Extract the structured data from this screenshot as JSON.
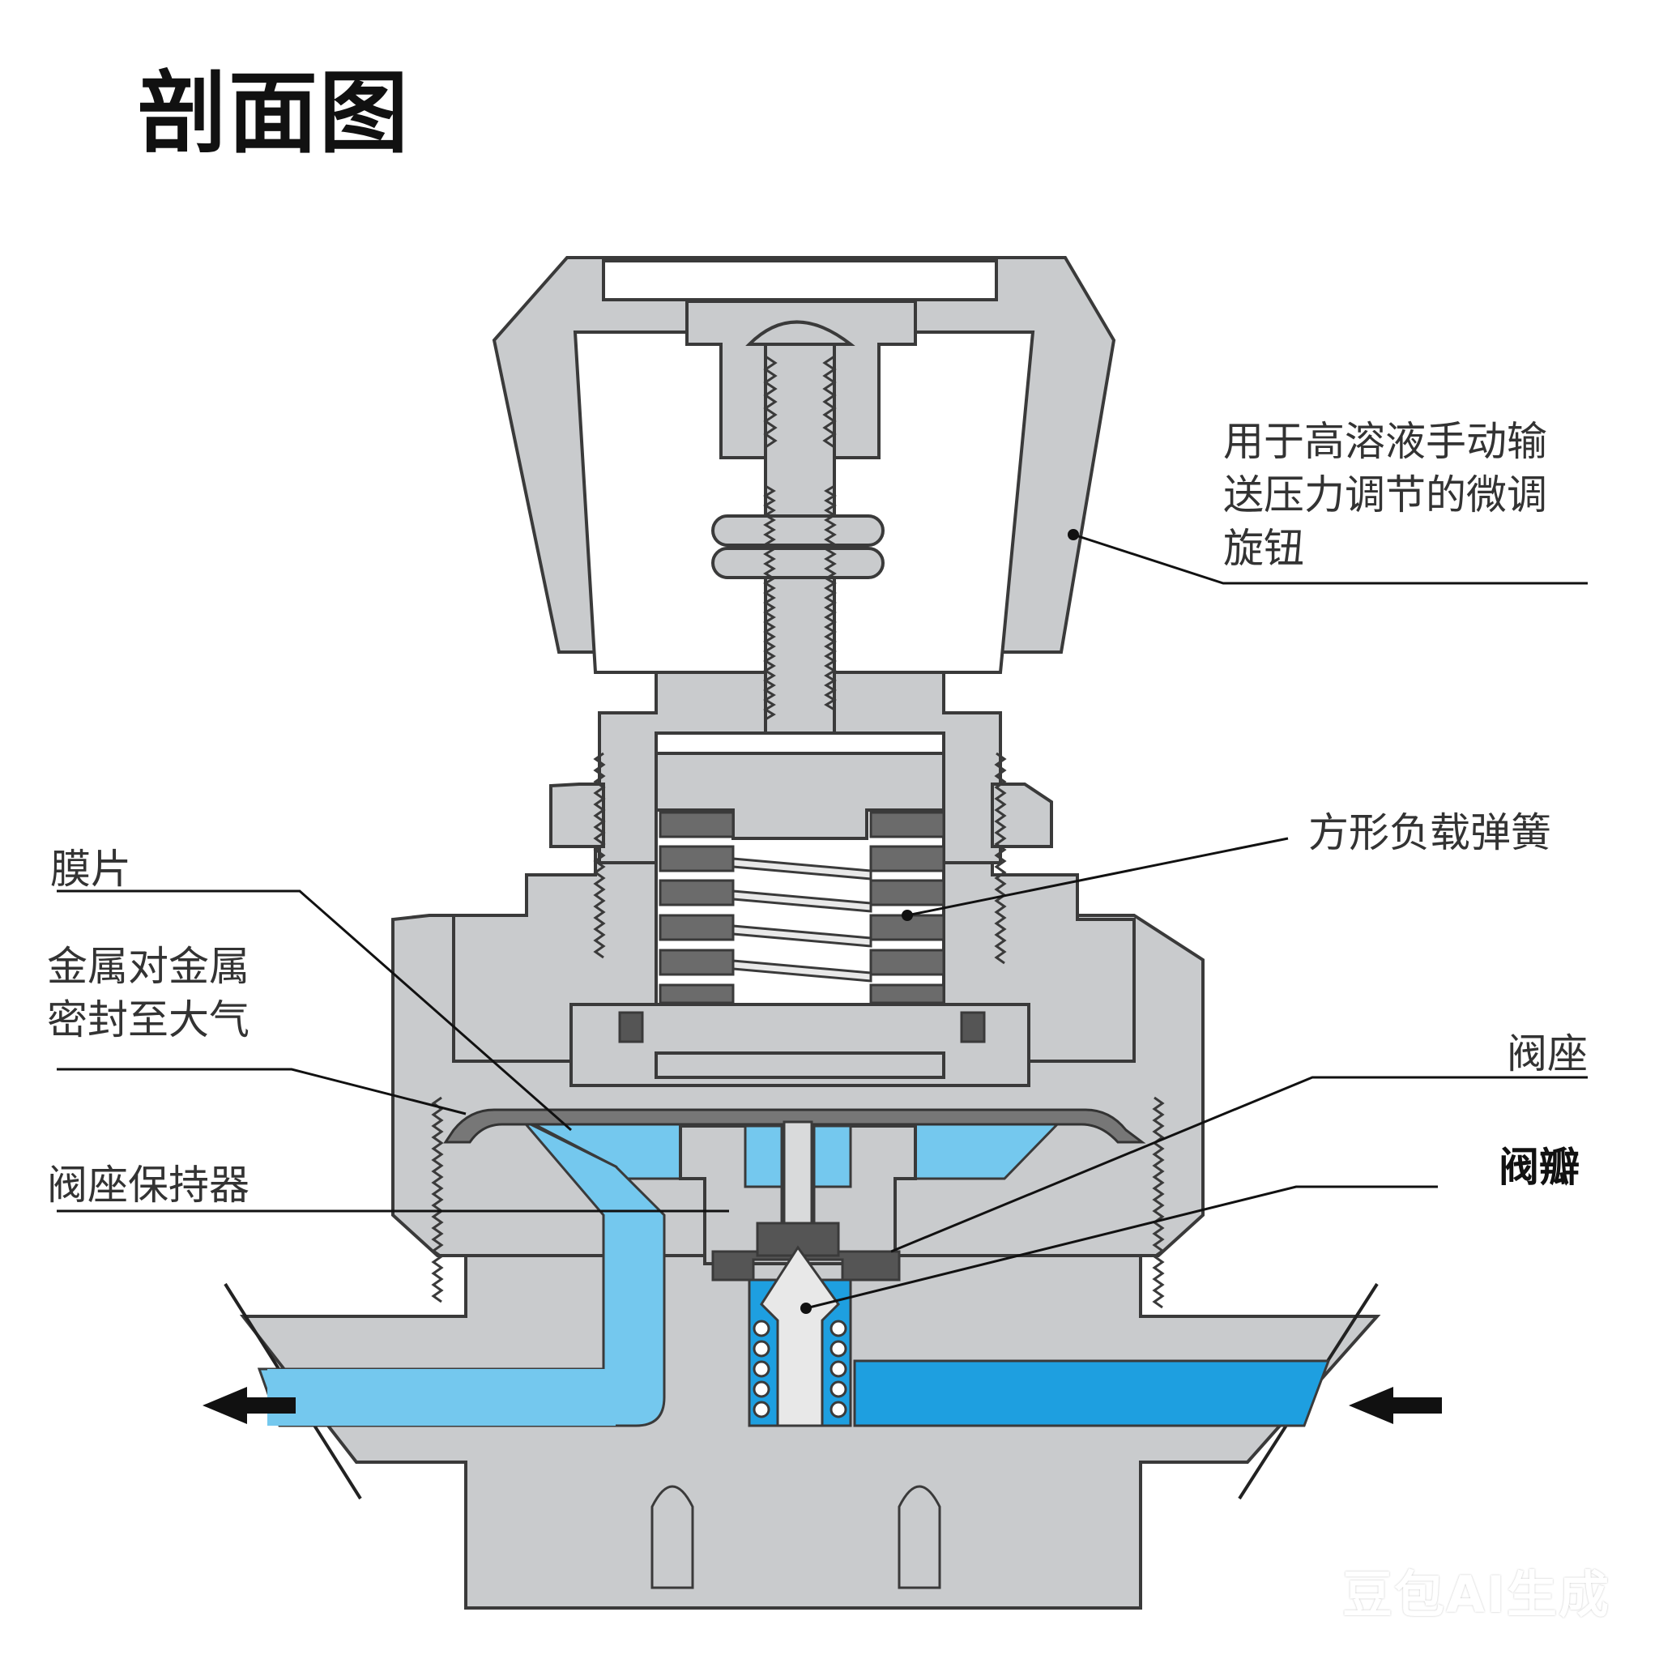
{
  "title": "剖面图",
  "labels": {
    "knob": "用于高溶液手动输\n送压力调节的微调\n旋钮",
    "spring": "方形负载弹簧",
    "diaphragm": "膜片",
    "metal_seal": "金属对金属\n密封至大气",
    "seat": "阀座",
    "poppet": "阀瓣",
    "seat_retainer": "阀座保持器"
  },
  "watermark": "豆包AI生成",
  "colors": {
    "body": "#c9cbcd",
    "outline": "#3a3a3a",
    "fluid_light": "#74c8ee",
    "fluid_dark": "#1e9fe0",
    "dark_ring": "#555555",
    "arrow": "#111111"
  },
  "icons": {
    "outlet_arrow": "arrow-left-icon",
    "inlet_arrow": "arrow-left-icon"
  }
}
